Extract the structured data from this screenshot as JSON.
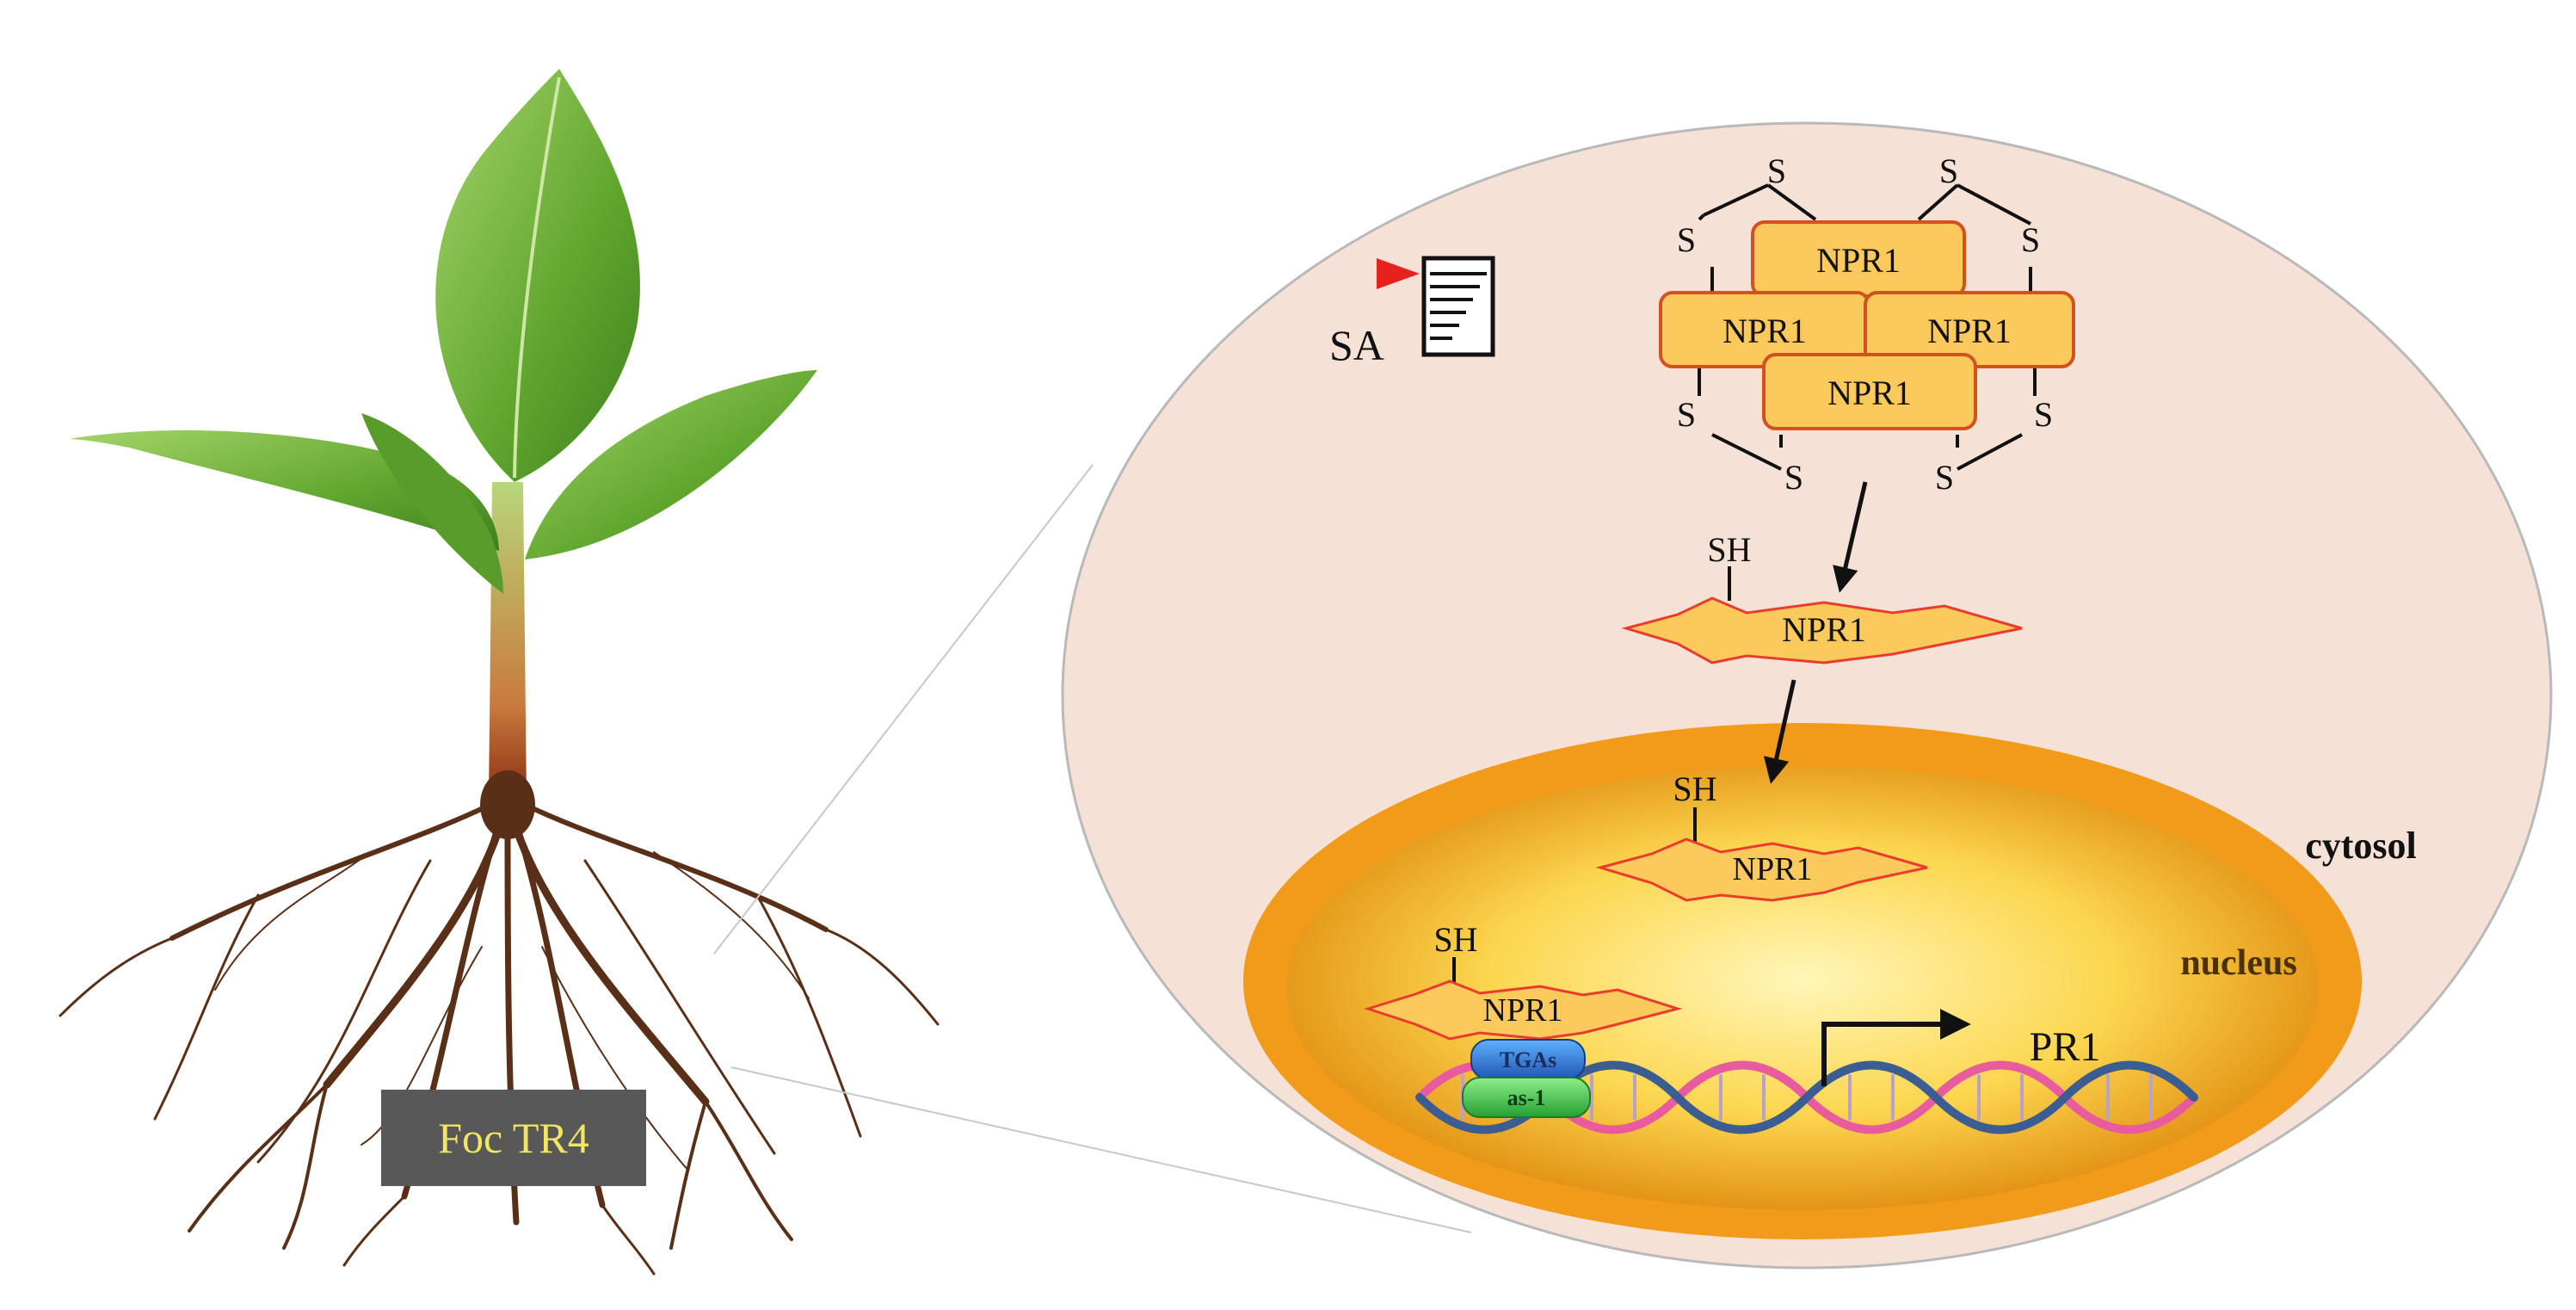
{
  "plant": {
    "pathogen_label": "Foc TR4"
  },
  "cell": {
    "sa_label": "SA",
    "oligomer_labels": [
      "NPR1",
      "NPR1",
      "NPR1",
      "NPR1"
    ],
    "disulfide_label": "S",
    "monomer_label": "NPR1",
    "thiol_label": "SH",
    "cytosol_label": "cytosol",
    "nucleus_label": "nucleus"
  },
  "nucleus": {
    "nuclear_npr1_label": "NPR1",
    "bound_npr1_label": "NPR1",
    "tgas_label": "TGAs",
    "as1_label": "as-1",
    "gene_label": "PR1"
  },
  "colors": {
    "cytosol_fill": "#f6e1d6",
    "nucleus_ring": "#f29a1a",
    "nucleus_core": "#fff2a8",
    "npr1_box": "#fcc95c",
    "npr1_border": "#d2521e",
    "star_outline": "#ea3c2c",
    "pathogen_box": "#585858",
    "pathogen_text": "#f2e560",
    "leaf": "#6cae35",
    "root": "#5a2f18",
    "tgas": "#2f7bd9",
    "as1": "#3fbf4a",
    "dna_pink": "#e85c9e",
    "dna_blue": "#3b5d92"
  }
}
